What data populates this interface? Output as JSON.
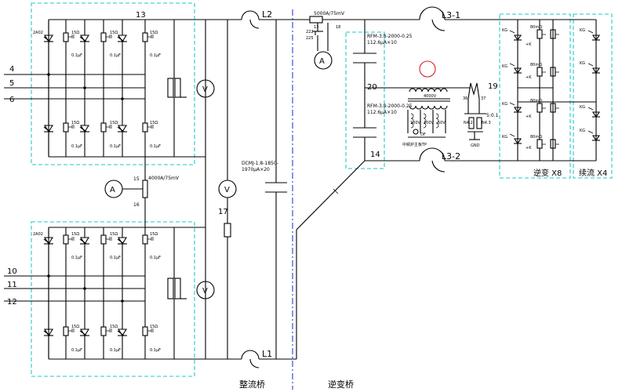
{
  "labels": {
    "num_13": "13",
    "num_4": "4",
    "num_5": "5",
    "num_6": "6",
    "num_10": "10",
    "num_11": "11",
    "num_12": "12",
    "num_15": "15",
    "num_16": "16",
    "num_17": "17",
    "num_20": "20",
    "num_19": "19",
    "num_14": "14",
    "num_18": "18",
    "num_13b": "13",
    "num_222": "222",
    "num_225": "225",
    "shunt_top": "5000A/75mV",
    "shunt_mid": "4000A/75mV",
    "cap_dc_1": "DCMJ-1.8-1850-",
    "cap_dc_2": "1970μA×20",
    "cap_rfm_top_1": "RFM-3.8-2000-0.25",
    "cap_rfm_top_2": "112.6μA×10",
    "cap_rfm_bot_1": "RFM-3.8-2000-0.25",
    "cap_rfm_bot_2": "112.6μA×10",
    "transformer_label": "4000V",
    "ratio_label": "5:0.1",
    "gnd_label": "GND",
    "lbl_36": "36",
    "lbl_37": "37",
    "lbl_100v_a": "100V",
    "lbl_100v_b": "100V",
    "lbl_50v": "50V",
    "lbl_bottom_cn": "中频炉主板TP",
    "lbl_of": "OF",
    "lbl_n42": "N4.2",
    "lbl_n43": "N4.3",
    "ind_l2": "L2",
    "ind_l1": "L1",
    "ind_l31": "L3-1",
    "ind_l32": "L3-2",
    "meter_v": "V",
    "meter_a": "A",
    "rectifier_bridge": "整流桥",
    "inverter_bridge": "逆变桥",
    "inverter_label": "逆变  X8",
    "freewheel_label": "续流  X4",
    "thy_small": "KG",
    "thy_sub": "+K",
    "thy_sub2": "80mΩ"
  },
  "colors": {
    "wire": "#000000",
    "group_box": "#1ec9c9",
    "section_divider": "#2a3fd0",
    "marker_circle": "#e02020"
  }
}
